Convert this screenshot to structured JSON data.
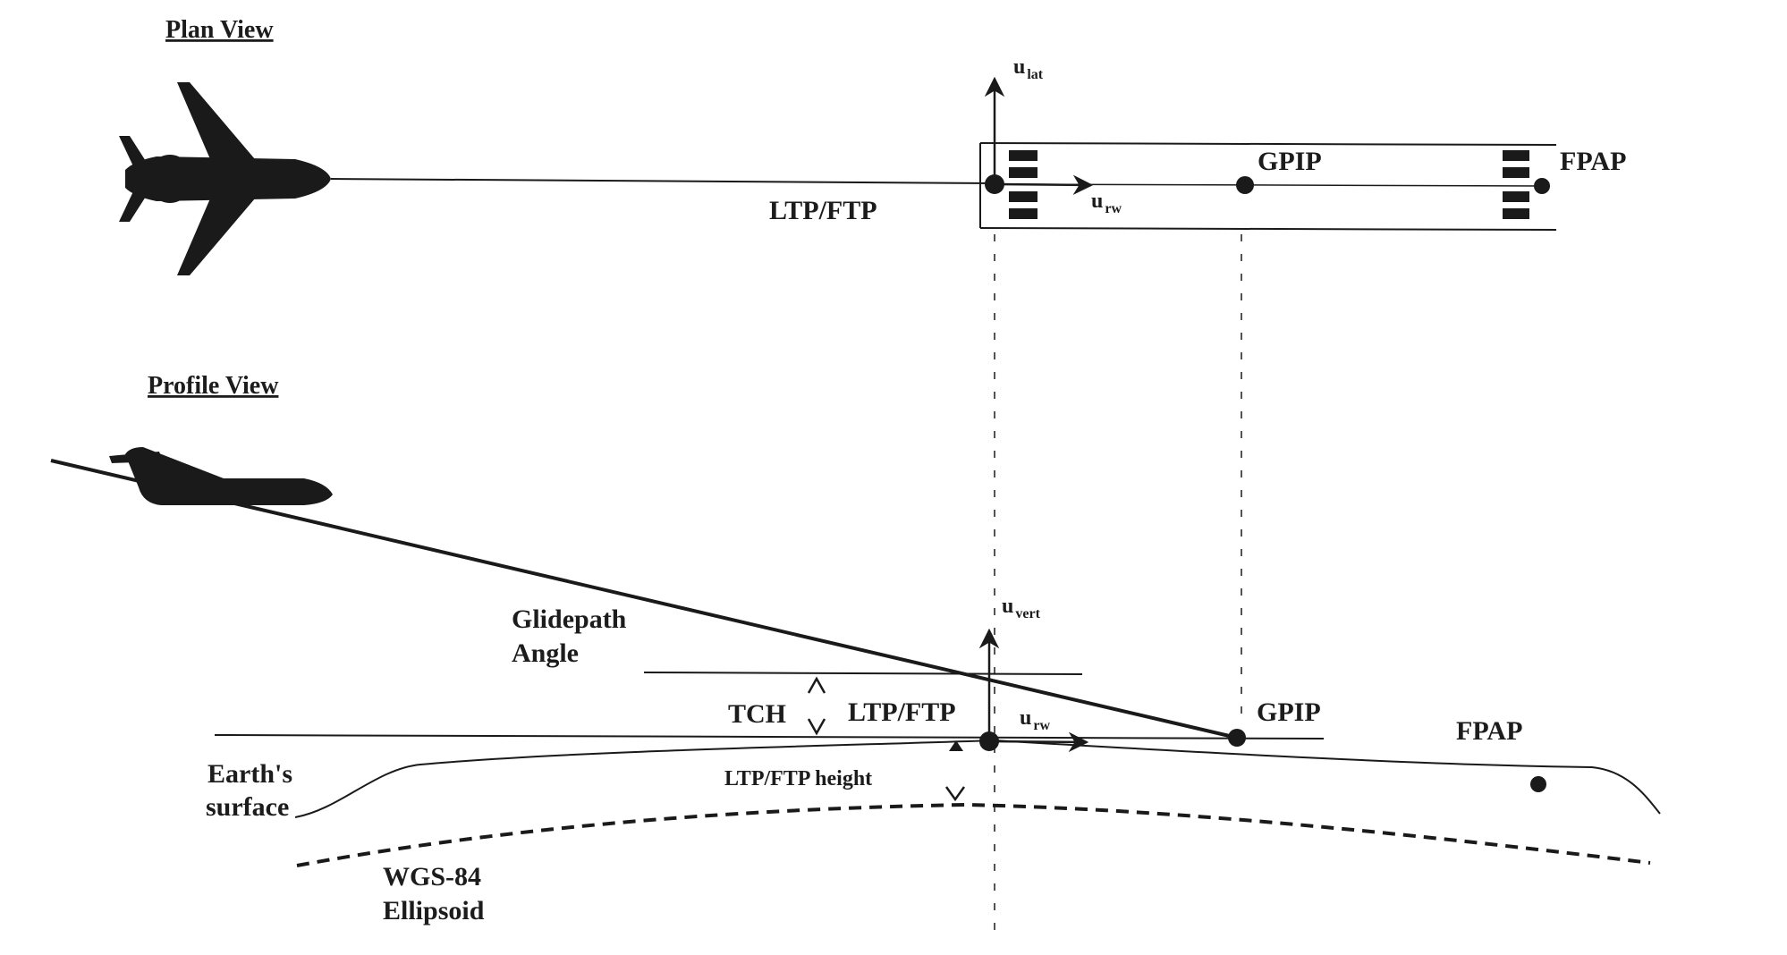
{
  "plan_view": {
    "heading": "Plan View",
    "labels": {
      "u_main": "u",
      "u_lat_sub": "lat",
      "u_rw_sub": "rw",
      "gpip": "GPIP",
      "fpap": "FPAP",
      "ltp_ftp": "LTP/FTP"
    }
  },
  "profile_view": {
    "heading": "Profile View",
    "labels": {
      "u_main": "u",
      "u_vert_sub": "vert",
      "u_rw_sub": "rw",
      "glidepath_line1": "Glidepath",
      "glidepath_line2": "Angle",
      "tch": "TCH",
      "ltp_ftp": "LTP/FTP",
      "gpip": "GPIP",
      "fpap": "FPAP",
      "ltp_ftp_height": "LTP/FTP height",
      "earth_line1": "Earth's",
      "earth_line2": "surface",
      "wgs_line1": "WGS-84",
      "wgs_line2": "Ellipsoid"
    }
  },
  "colors": {
    "ink": "#1a1a1a",
    "background": "#ffffff"
  },
  "icons": [
    "aircraft-plan-icon",
    "aircraft-profile-icon"
  ]
}
